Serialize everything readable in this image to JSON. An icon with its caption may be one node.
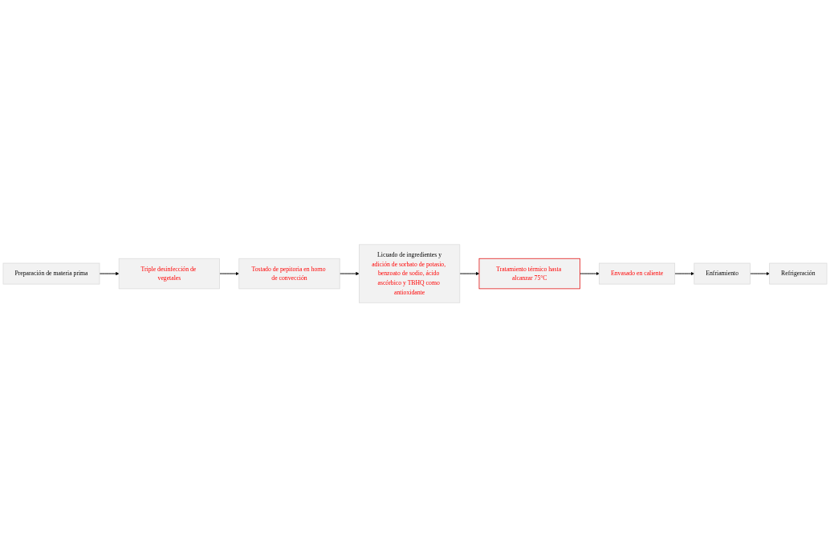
{
  "diagram": {
    "nodes": [
      {
        "text": [
          "Preparación de materia prima"
        ]
      },
      {
        "text": [
          "Triple desinfección de vegetales"
        ]
      },
      {
        "text": [
          "Tostado de pepitoria en horno de convección"
        ]
      },
      {
        "text": [
          "Licuado de ingredientes y",
          "adición de sorbato de potasio, benzoato de sodio, ácido ascórbico y TBHQ como antioxidante"
        ]
      },
      {
        "text": [
          "Tratamiento térmico hasta alcanzar 75°C"
        ]
      },
      {
        "text": [
          "Envasado en caliente"
        ]
      },
      {
        "text": [
          "Enfriamiento"
        ]
      },
      {
        "text": [
          "Refrigeración"
        ]
      }
    ],
    "edges": [
      {
        "from": 0,
        "to": 1,
        "arrow": "to"
      },
      {
        "from": 1,
        "to": 2,
        "arrow": "to"
      },
      {
        "from": 2,
        "to": 3,
        "arrow": "to"
      },
      {
        "from": 3,
        "to": 4,
        "arrow": "to"
      },
      {
        "from": 4,
        "to": 5,
        "arrow": "to"
      },
      {
        "from": 5,
        "to": 6,
        "arrow": "to"
      },
      {
        "from": 6,
        "to": 7,
        "arrow": "to"
      }
    ]
  }
}
